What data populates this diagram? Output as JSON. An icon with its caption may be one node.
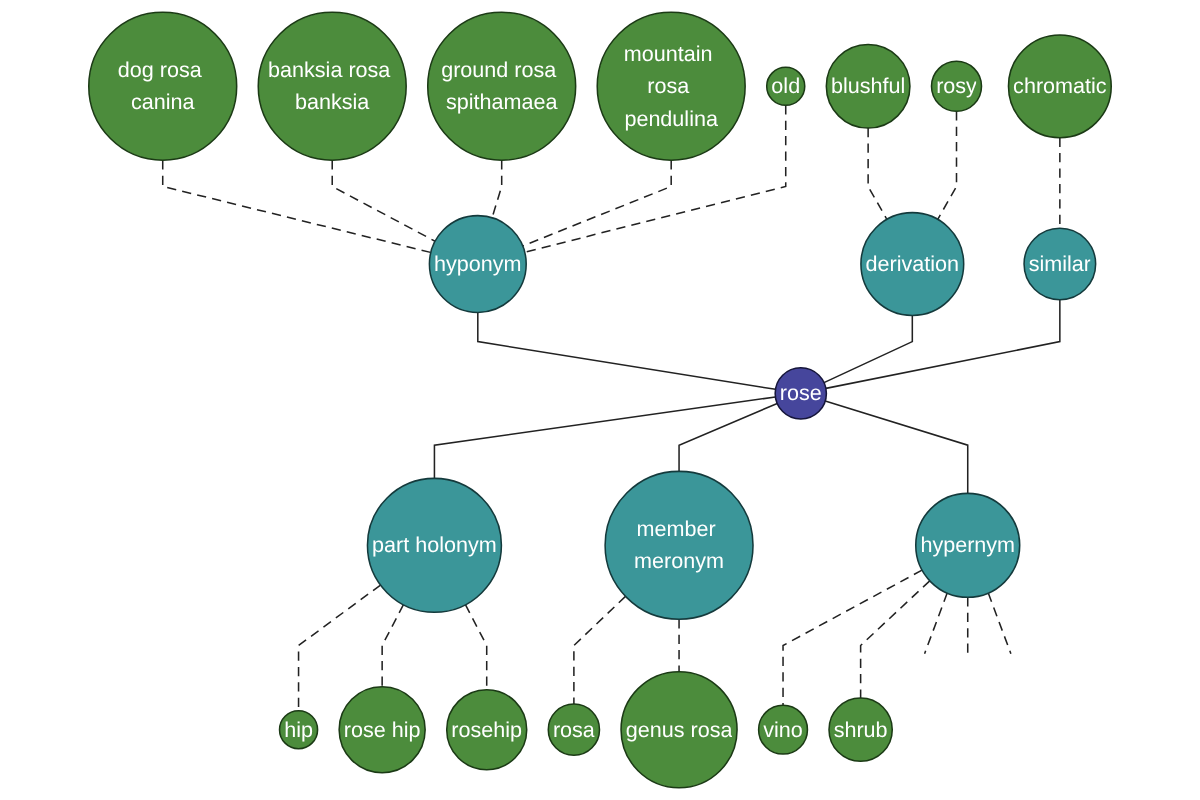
{
  "diagram": {
    "nodes": [
      {
        "text": [
          "dog rosa canina"
        ]
      },
      {
        "text": [
          "banksia rosa banksia"
        ]
      },
      {
        "text": [
          "ground rosa spithamaea"
        ]
      },
      {
        "text": [
          "mountain rosa pendulina"
        ]
      },
      {
        "text": [
          "hyponym"
        ]
      },
      {
        "text": [
          "old"
        ]
      },
      {
        "text": [
          "hip"
        ]
      },
      {
        "text": [
          "blushful"
        ]
      },
      {
        "text": [
          "derivation"
        ]
      },
      {
        "text": [
          "rose"
        ]
      },
      {
        "text": [
          "part holonym"
        ]
      },
      {
        "text": [
          "rose hip"
        ]
      },
      {
        "text": [
          "rosy"
        ]
      },
      {
        "text": [
          "similar"
        ]
      },
      {
        "text": [
          "member meronym"
        ]
      },
      {
        "text": [
          "rosehip"
        ]
      },
      {
        "text": [
          "shrub"
        ]
      },
      {
        "text": [
          "chromatic"
        ]
      },
      {
        "text": [
          "rosa"
        ]
      },
      {
        "text": [
          "genus rosa"
        ]
      },
      {
        "text": [
          "vino"
        ]
      },
      {
        "text": [
          "hypernym"
        ]
      }
    ],
    "edges": [
      {
        "from": 0,
        "to": 4,
        "arrow": "none",
        "style": "dashed"
      },
      {
        "from": 1,
        "to": 4,
        "arrow": "none",
        "style": "dashed"
      },
      {
        "from": 2,
        "to": 4,
        "arrow": "none",
        "style": "dashed"
      },
      {
        "from": 3,
        "to": 4,
        "arrow": "none",
        "style": "dashed"
      },
      {
        "from": 5,
        "to": 4,
        "arrow": "none",
        "style": "dashed"
      },
      {
        "from": 4,
        "to": 9,
        "arrow": "none"
      },
      {
        "from": 7,
        "to": 8,
        "arrow": "none",
        "style": "dashed"
      },
      {
        "from": 12,
        "to": 8,
        "arrow": "none",
        "style": "dashed"
      },
      {
        "from": 8,
        "to": 9,
        "arrow": "none"
      },
      {
        "from": 17,
        "to": 13,
        "arrow": "none",
        "style": "dashed"
      },
      {
        "from": 13,
        "to": 9,
        "arrow": "none"
      },
      {
        "from": 9,
        "to": 10,
        "arrow": "none"
      },
      {
        "from": 10,
        "to": 6,
        "arrow": "none",
        "style": "dashed"
      },
      {
        "from": 10,
        "to": 11,
        "arrow": "none",
        "style": "dashed"
      },
      {
        "from": 10,
        "to": 15,
        "arrow": "none",
        "style": "dashed"
      },
      {
        "from": 9,
        "to": 14,
        "arrow": "none"
      },
      {
        "from": 14,
        "to": 18,
        "arrow": "none",
        "style": "dashed"
      },
      {
        "from": 14,
        "to": 19,
        "arrow": "none",
        "style": "dashed"
      },
      {
        "from": 9,
        "to": 21,
        "arrow": "none"
      },
      {
        "from": 21,
        "to": 20,
        "arrow": "none",
        "style": "dashed"
      },
      {
        "from": 21,
        "to": 16,
        "arrow": "none",
        "style": "dashed"
      },
      {
        "from": 21,
        "to": null,
        "arrow": "none",
        "style": "dashed"
      },
      {
        "from": 21,
        "to": null,
        "arrow": "none",
        "style": "dashed"
      },
      {
        "from": 21,
        "to": null,
        "arrow": "none",
        "style": "dashed"
      }
    ]
  }
}
